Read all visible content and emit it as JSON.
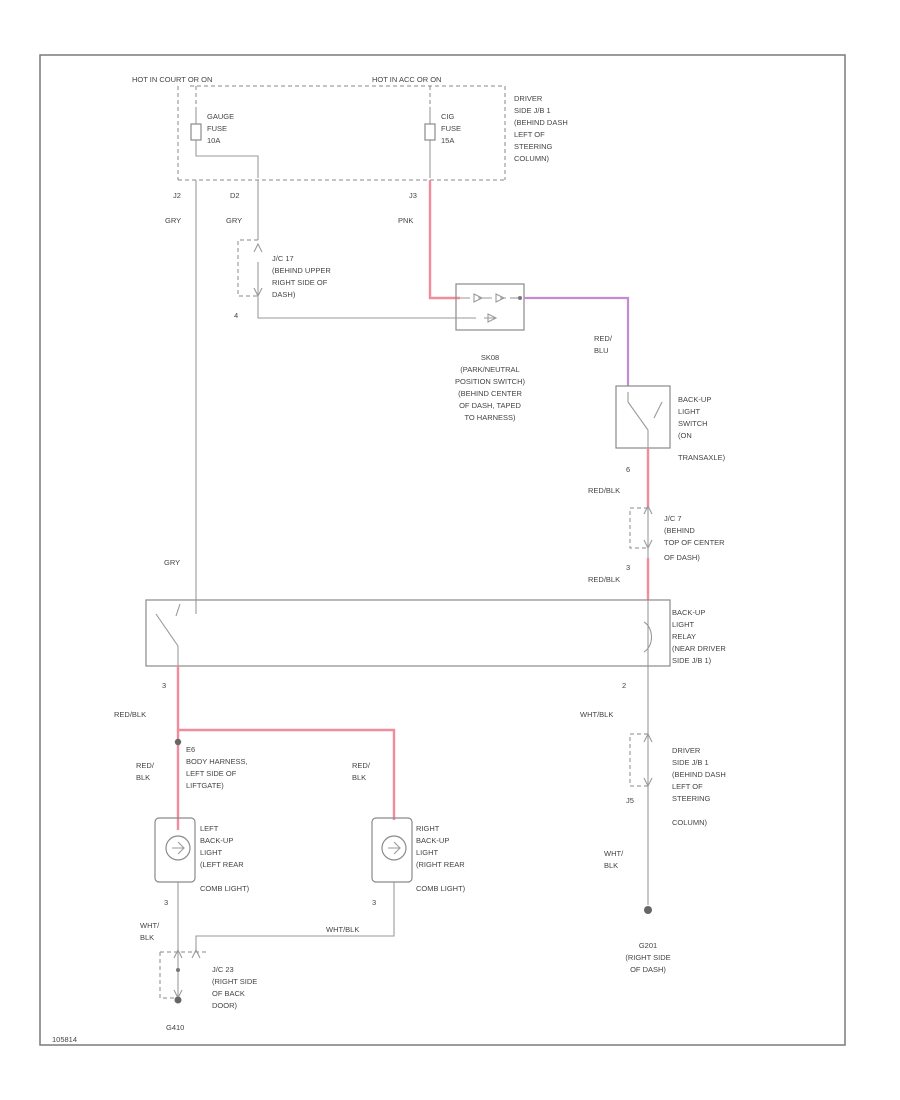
{
  "top": {
    "hot_left": "HOT IN COURT OR ON",
    "hot_right": "HOT IN ACC OR ON",
    "gauge_fuse": [
      "GAUGE",
      "FUSE",
      "10A"
    ],
    "cig_fuse": [
      "CIG",
      "FUSE",
      "15A"
    ],
    "jb1_top": [
      "DRIVER",
      "SIDE J/B 1",
      "(BEHIND DASH",
      "LEFT OF",
      "STEERING",
      "COLUMN)"
    ],
    "pin_j2": "J2",
    "pin_d2": "D2",
    "pin_j3": "J3",
    "wire_gry_1": "GRY",
    "wire_gry_2": "GRY",
    "wire_pnk": "PNK"
  },
  "jc17": {
    "text": [
      "J/C 17",
      "(BEHIND UPPER",
      "RIGHT SIDE OF",
      "DASH)"
    ],
    "pin": "4"
  },
  "park_switch": {
    "text": [
      "SK08",
      "(PARK/NEUTRAL",
      "POSITION SWITCH)",
      "(BEHIND CENTER",
      "OF DASH, TAPED",
      "TO HARNESS)"
    ]
  },
  "backup_switch": {
    "wire_in": [
      "RED/",
      "BLU"
    ],
    "text": [
      "BACK-UP",
      "LIGHT",
      "SWITCH",
      "(ON",
      "TRANSAXLE)"
    ],
    "pin_out": "6",
    "wire_out": "RED/BLK"
  },
  "jc7": {
    "text": [
      "J/C 7",
      "(BEHIND",
      "TOP OF CENTER",
      "OF DASH)"
    ],
    "pin": "3",
    "wire_out": "RED/BLK"
  },
  "relay": {
    "wire_gry": "GRY",
    "text": [
      "BACK-UP",
      "LIGHT",
      "RELAY",
      "(NEAR DRIVER",
      "SIDE J/B 1)"
    ],
    "pin_left": "3",
    "pin_right": "2"
  },
  "left_branch": {
    "wire_main": "RED/BLK",
    "splice_text": [
      "E6",
      "BODY HARNESS,",
      "LEFT SIDE OF",
      "LIFTGATE)"
    ],
    "wire_left": [
      "RED/",
      "BLK"
    ],
    "wire_right": [
      "RED/",
      "BLK"
    ]
  },
  "left_lamp": {
    "text": [
      "LEFT",
      "BACK-UP",
      "LIGHT",
      "(LEFT REAR",
      "COMB LIGHT)"
    ],
    "pin": "3",
    "wire_out": [
      "WHT/",
      "BLK"
    ]
  },
  "right_lamp": {
    "text": [
      "RIGHT",
      "BACK-UP",
      "LIGHT",
      "(RIGHT REAR",
      "COMB LIGHT)"
    ],
    "pin": "3",
    "wire_out": "WHT/BLK"
  },
  "jc23": {
    "text": [
      "J/C 23",
      "(RIGHT SIDE",
      "OF BACK",
      "DOOR)"
    ],
    "ground": "G410"
  },
  "right_column": {
    "wire_wht": "WHT/BLK",
    "jb1_text": [
      "DRIVER",
      "SIDE J/B 1",
      "(BEHIND DASH",
      "LEFT OF",
      "STEERING",
      "COLUMN)"
    ],
    "pin_j5": "J5",
    "wire_wht2": [
      "WHT/",
      "BLK"
    ],
    "ground": "G201",
    "ground_text": [
      "(RIGHT SIDE",
      "OF DASH)"
    ]
  },
  "code": "105814"
}
